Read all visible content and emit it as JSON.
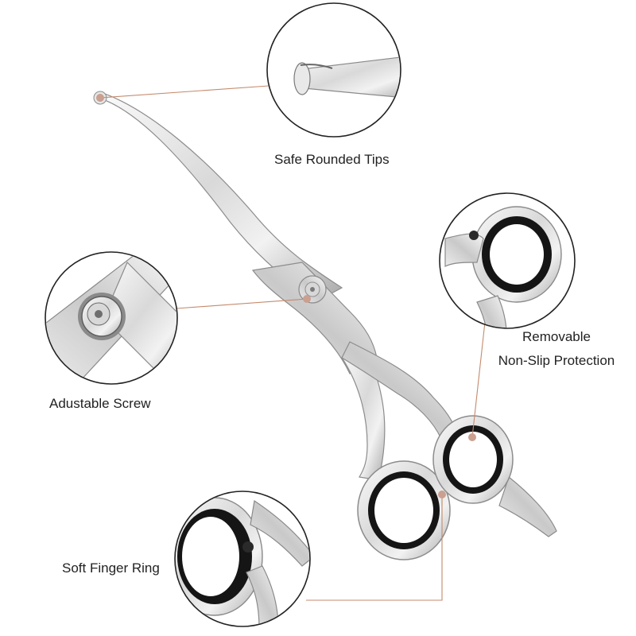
{
  "features": {
    "tips": {
      "label": "Safe Rounded Tips"
    },
    "screw": {
      "label": "Adustable Screw"
    },
    "protection": {
      "line1": "Removable",
      "line2": "Non-Slip Protection"
    },
    "ring": {
      "label": "Soft Finger Ring"
    }
  },
  "colors": {
    "leader": "#c48a6c",
    "dot": "#caa090",
    "ring_rubber": "#151515",
    "steel_light": "#f4f4f4",
    "steel_dark": "#9a9a9a"
  }
}
